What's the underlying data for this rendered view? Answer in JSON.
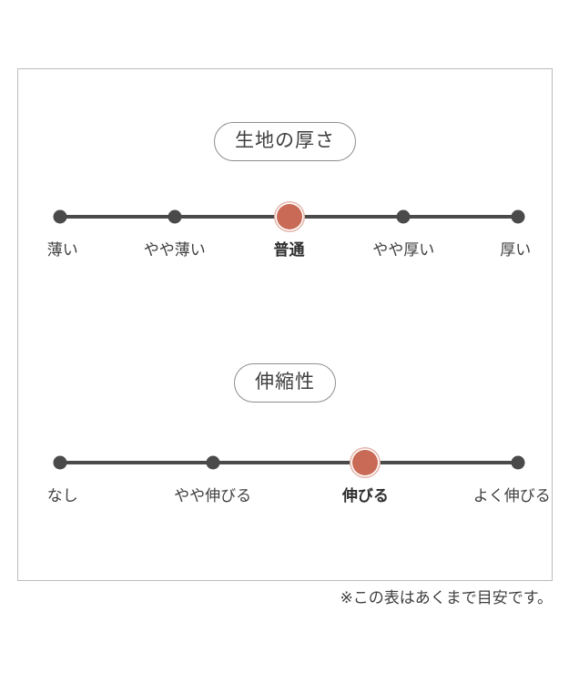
{
  "frame": {
    "border_color": "#bcbcbc"
  },
  "colors": {
    "active_marker": "#c96a56",
    "active_ring": "#e3b5aa",
    "inactive_marker": "#4a4a4a",
    "track": "#4a4a4a",
    "text": "#3f3f3f"
  },
  "sections": [
    {
      "title": "生地の厚さ",
      "active_index": 2,
      "ticks": [
        {
          "label": "薄い",
          "active": false
        },
        {
          "label": "やや薄い",
          "active": false
        },
        {
          "label": "普通",
          "active": true
        },
        {
          "label": "やや厚い",
          "active": false
        },
        {
          "label": "厚い",
          "active": false
        }
      ]
    },
    {
      "title": "伸縮性",
      "active_index": 2,
      "ticks": [
        {
          "label": "なし",
          "active": false
        },
        {
          "label": "やや伸びる",
          "active": false
        },
        {
          "label": "伸びる",
          "active": true
        },
        {
          "label": "よく伸びる",
          "active": false
        }
      ]
    }
  ],
  "footnote": "※この表はあくまで目安です。"
}
